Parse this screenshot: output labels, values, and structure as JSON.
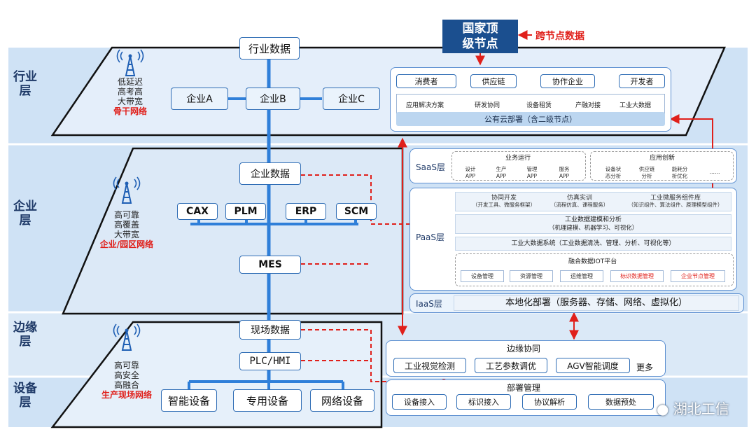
{
  "layers": {
    "industry": "行业层",
    "enterprise": "企业层",
    "edge": "边缘层",
    "device": "设备层"
  },
  "networks": {
    "industry": {
      "lines": [
        "低延迟",
        "高考高",
        "大带宽"
      ],
      "name": "骨干网络"
    },
    "enterprise": {
      "lines": [
        "高可靠",
        "高覆盖",
        "大带宽"
      ],
      "name": "企业/园区网络"
    },
    "field": {
      "lines": [
        "高可靠",
        "高安全",
        "高融合"
      ],
      "name": "生产现场网络"
    }
  },
  "nodes": {
    "industry_data": "行业数据",
    "enterprise_a": "企业A",
    "enterprise_b": "企业B",
    "enterprise_c": "企业C",
    "enterprise_data": "企业数据",
    "cax": "CAX",
    "plm": "PLM",
    "erp": "ERP",
    "scm": "SCM",
    "mes": "MES",
    "field_data": "现场数据",
    "plc_hmi": "PLC/HMI",
    "smart_device": "智能设备",
    "special_device": "专用设备",
    "network_device": "网络设备"
  },
  "national_node": {
    "line1": "国家顶",
    "line2": "级节点"
  },
  "cross_node_data": "跨节点数据",
  "public_cloud": {
    "roles": [
      "消费者",
      "供应链",
      "协作企业",
      "开发者"
    ],
    "apps": [
      "应用解决方案",
      "研发协同",
      "设备租赁",
      "产融对接",
      "工业大数据"
    ],
    "deployment": "公有云部署（含二级节点）"
  },
  "saas": {
    "label": "SaaS层",
    "ops_title": "业务运行",
    "ops_items": [
      {
        "l1": "设计",
        "l2": "APP"
      },
      {
        "l1": "生产",
        "l2": "APP"
      },
      {
        "l1": "管理",
        "l2": "APP"
      },
      {
        "l1": "服务",
        "l2": "APP"
      }
    ],
    "innov_title": "应用创新",
    "innov_items": [
      {
        "l1": "设备状",
        "l2": "态分析"
      },
      {
        "l1": "供应链",
        "l2": "分析"
      },
      {
        "l1": "能耗分",
        "l2": "析优化"
      },
      {
        "l1": "……",
        "l2": ""
      }
    ]
  },
  "paas": {
    "label": "PaaS层",
    "row1": [
      {
        "title": "协同开发",
        "sub": "（开发工具、微服务框架）"
      },
      {
        "title": "仿真实训",
        "sub": "（流程仿真、课程服务）"
      },
      {
        "title": "工业微服务组件库",
        "sub": "（知识组件、算法组件、原理模型组件）"
      }
    ],
    "modeling_title": "工业数据建模和分析",
    "modeling_sub": "（机理建模、机器学习、可视化）",
    "bigdata": "工业大数据系统（工业数据清洗、管理、分析、可视化等）",
    "iot_title": "融合数据IOT平台",
    "iot_items": [
      "设备管理",
      "资源管理",
      "运维管理",
      "标识数据管理",
      "企业节点管理"
    ]
  },
  "iaas": {
    "label": "IaaS层",
    "content": "本地化部署（服务器、存储、网络、虚拟化）"
  },
  "edge_collab": {
    "title": "边缘协同",
    "items": [
      "工业视觉检测",
      "工艺参数调优",
      "AGV智能调度"
    ],
    "more": "更多"
  },
  "deploy_mgmt": {
    "title": "部署管理",
    "items": [
      "设备接入",
      "标识接入",
      "协议解析",
      "数据预处"
    ]
  },
  "watermark": "湖北工信",
  "colors": {
    "accent": "#2f6db5",
    "red": "#e0201b",
    "band": "#cfe2f5"
  }
}
